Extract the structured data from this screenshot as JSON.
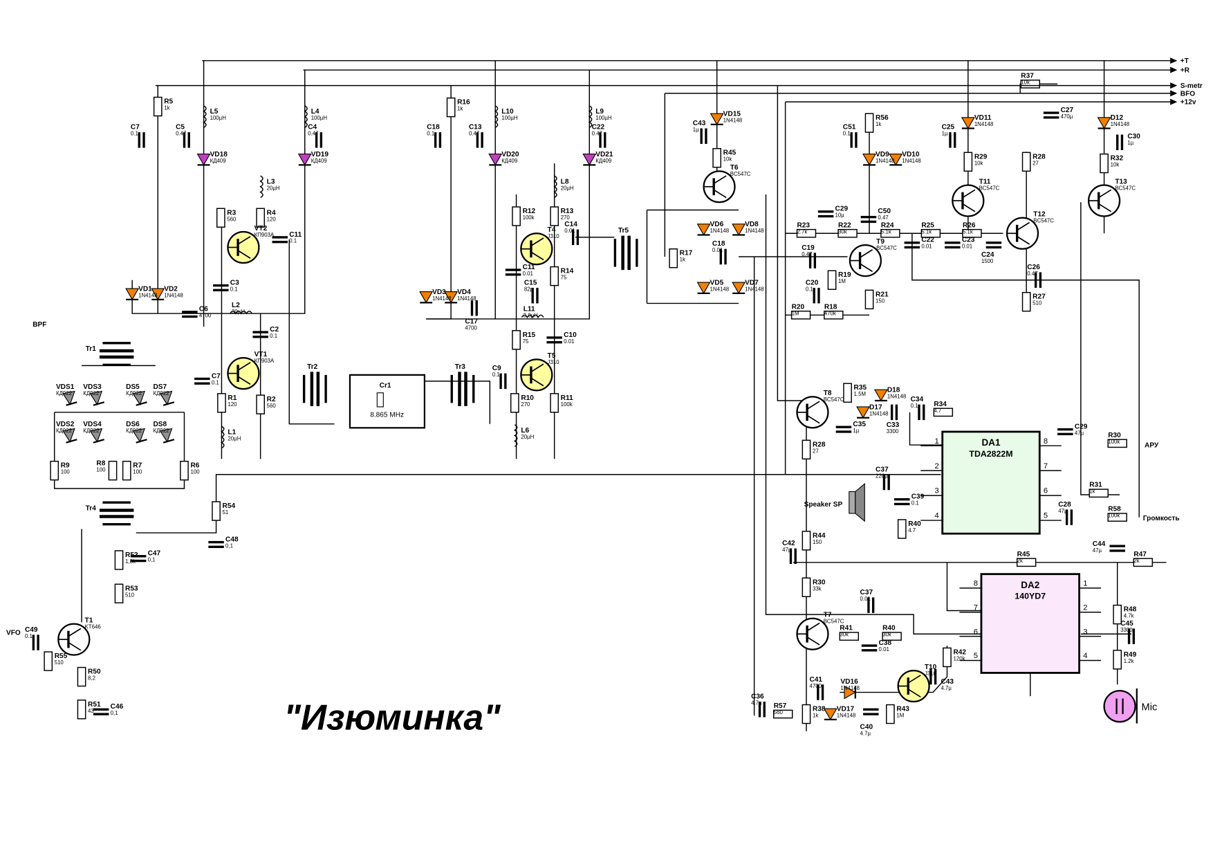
{
  "title": "\"Изюминка\"",
  "rails": [
    "+T",
    "+R",
    "S-metr",
    "BFO",
    "+12v"
  ],
  "ports": {
    "bpf": "BPF",
    "vfo": "VFO",
    "aru": "АРУ",
    "volume": "Громкость",
    "mic": "Mic",
    "speaker": "Speaker SP"
  },
  "crystal": {
    "label": "Cr1",
    "value": "8.865 MHz"
  },
  "ics": [
    {
      "label": "DA1",
      "value": "TDA2822M",
      "pins_left": [
        "1",
        "2",
        "3",
        "4"
      ],
      "pins_right": [
        "8",
        "7",
        "6",
        "5"
      ],
      "color": "#e8fbe8"
    },
    {
      "label": "DA2",
      "value": "140YD7",
      "pins_left": [
        "8",
        "7",
        "6",
        "5"
      ],
      "pins_right": [
        "1",
        "2",
        "3",
        "4"
      ],
      "color": "#fbe8fb"
    }
  ],
  "colors": {
    "diode": "#f08000",
    "varicap": "#c040c0",
    "bridge_diode": "#909090",
    "fet": "#ffffa0",
    "mic": "#f0a0f0"
  },
  "components": [
    {
      "id": "R5",
      "label": "R5",
      "value": "1k"
    },
    {
      "id": "C7a",
      "label": "C7",
      "value": "0.1"
    },
    {
      "id": "C5",
      "label": "C5",
      "value": "0.47"
    },
    {
      "id": "L5",
      "label": "L5",
      "value": "100µH"
    },
    {
      "id": "VD18",
      "label": "VD18",
      "value": "КД409"
    },
    {
      "id": "L4",
      "label": "L4",
      "value": "100µH"
    },
    {
      "id": "C4",
      "label": "C4",
      "value": "0.47"
    },
    {
      "id": "VD19",
      "label": "VD19",
      "value": "КД409"
    },
    {
      "id": "R3",
      "label": "R3",
      "value": "560"
    },
    {
      "id": "L3",
      "label": "L3",
      "value": "20µH"
    },
    {
      "id": "R4",
      "label": "R4",
      "value": "120"
    },
    {
      "id": "C11a",
      "label": "C11",
      "value": "0.1"
    },
    {
      "id": "VT2",
      "label": "VT2",
      "value": "КП903А"
    },
    {
      "id": "C3",
      "label": "C3",
      "value": "0.1"
    },
    {
      "id": "L2",
      "label": "L2",
      "value": "30µH"
    },
    {
      "id": "C6",
      "label": "C6",
      "value": "4700"
    },
    {
      "id": "VD1",
      "label": "VD1",
      "value": "1N4148"
    },
    {
      "id": "VD2",
      "label": "VD2",
      "value": "1N4148"
    },
    {
      "id": "C2",
      "label": "C2",
      "value": "0.1"
    },
    {
      "id": "VT1",
      "label": "VT1",
      "value": "КП903А"
    },
    {
      "id": "C7b",
      "label": "C7",
      "value": "0.1"
    },
    {
      "id": "R1",
      "label": "R1",
      "value": "120"
    },
    {
      "id": "L1",
      "label": "L1",
      "value": "20µH"
    },
    {
      "id": "R2",
      "label": "R2",
      "value": "560"
    },
    {
      "id": "Tr1",
      "label": "Tr1",
      "value": ""
    },
    {
      "id": "Tr2",
      "label": "Tr2",
      "value": ""
    },
    {
      "id": "Tr3",
      "label": "Tr3",
      "value": ""
    },
    {
      "id": "Tr4",
      "label": "Tr4",
      "value": ""
    },
    {
      "id": "Tr5",
      "label": "Tr5",
      "value": ""
    },
    {
      "id": "VDS1",
      "label": "VDS1",
      "value": "КД922"
    },
    {
      "id": "VDS2",
      "label": "VDS2",
      "value": "КД922"
    },
    {
      "id": "VDS3",
      "label": "VDS3",
      "value": "КД922"
    },
    {
      "id": "VDS4",
      "label": "VDS4",
      "value": "КД922"
    },
    {
      "id": "VDS5",
      "label": "DS5",
      "value": "КД922"
    },
    {
      "id": "VDS6",
      "label": "DS6",
      "value": "КД922"
    },
    {
      "id": "VDS7",
      "label": "DS7",
      "value": "КД922"
    },
    {
      "id": "VDS8",
      "label": "DS8",
      "value": "КД922"
    },
    {
      "id": "R9",
      "label": "R9",
      "value": "100"
    },
    {
      "id": "R8",
      "label": "R8",
      "value": "100"
    },
    {
      "id": "R7",
      "label": "R7",
      "value": "100"
    },
    {
      "id": "R6",
      "label": "R6",
      "value": "100"
    },
    {
      "id": "R54",
      "label": "R54",
      "value": "51"
    },
    {
      "id": "C48",
      "label": "C48",
      "value": "0,1"
    },
    {
      "id": "R52",
      "label": "R52",
      "value": "1,8k"
    },
    {
      "id": "C47",
      "label": "C47",
      "value": "0,1"
    },
    {
      "id": "R53",
      "label": "R53",
      "value": "510"
    },
    {
      "id": "T1",
      "label": "T1",
      "value": "KT646"
    },
    {
      "id": "C49",
      "label": "C49",
      "value": "0.1"
    },
    {
      "id": "R55",
      "label": "R55",
      "value": "510"
    },
    {
      "id": "R50",
      "label": "R50",
      "value": "8,2"
    },
    {
      "id": "R51",
      "label": "R51",
      "value": "43"
    },
    {
      "id": "C46",
      "label": "C46",
      "value": "0,1"
    },
    {
      "id": "R16",
      "label": "R16",
      "value": "1k"
    },
    {
      "id": "C18a",
      "label": "C18",
      "value": "0.1"
    },
    {
      "id": "C13",
      "label": "C13",
      "value": "0.47"
    },
    {
      "id": "L10",
      "label": "L10",
      "value": "100µH"
    },
    {
      "id": "VD20",
      "label": "VD20",
      "value": "КД409"
    },
    {
      "id": "L9",
      "label": "L9",
      "value": "100µH"
    },
    {
      "id": "C22a",
      "label": "C22",
      "value": "0.47"
    },
    {
      "id": "VD21",
      "label": "VD21",
      "value": "КД409"
    },
    {
      "id": "L8",
      "label": "L8",
      "value": "20µH"
    },
    {
      "id": "R12",
      "label": "R12",
      "value": "100k"
    },
    {
      "id": "R13",
      "label": "R13",
      "value": "270"
    },
    {
      "id": "T4",
      "label": "T4",
      "value": "J310"
    },
    {
      "id": "C14",
      "label": "C14",
      "value": "0.01"
    },
    {
      "id": "C11b",
      "label": "C11",
      "value": "0.01"
    },
    {
      "id": "R14",
      "label": "R14",
      "value": "75"
    },
    {
      "id": "C15",
      "label": "C15",
      "value": "82p"
    },
    {
      "id": "L11",
      "label": "L11",
      "value": "3.8µH"
    },
    {
      "id": "VD3",
      "label": "VD3",
      "value": "1N4148"
    },
    {
      "id": "VD4",
      "label": "VD4",
      "value": "1N4148"
    },
    {
      "id": "C17",
      "label": "C17",
      "value": "4700"
    },
    {
      "id": "R15",
      "label": "R15",
      "value": "75"
    },
    {
      "id": "C10",
      "label": "C10",
      "value": "0.01"
    },
    {
      "id": "T5",
      "label": "T5",
      "value": "J310"
    },
    {
      "id": "C9",
      "label": "C9",
      "value": "0.1"
    },
    {
      "id": "R10",
      "label": "R10",
      "value": "270"
    },
    {
      "id": "L6",
      "label": "L6",
      "value": "20µH"
    },
    {
      "id": "R11",
      "label": "R11",
      "value": "100k"
    },
    {
      "id": "R17",
      "label": "R17",
      "value": "1k"
    },
    {
      "id": "VD15",
      "label": "VD15",
      "value": "1N4148"
    },
    {
      "id": "C43a",
      "label": "C43",
      "value": "1µ"
    },
    {
      "id": "R45a",
      "label": "R45",
      "value": "10k"
    },
    {
      "id": "T6",
      "label": "T6",
      "value": "BC547C"
    },
    {
      "id": "VD6",
      "label": "VD6",
      "value": "1N4148"
    },
    {
      "id": "VD8",
      "label": "VD8",
      "value": "1N4148"
    },
    {
      "id": "C18b",
      "label": "C18",
      "value": "0.01"
    },
    {
      "id": "VD5",
      "label": "VD5",
      "value": "1N4148"
    },
    {
      "id": "VD7",
      "label": "VD7",
      "value": "1N4148"
    },
    {
      "id": "C51",
      "label": "C51",
      "value": "0.1"
    },
    {
      "id": "R56",
      "label": "R56",
      "value": "1k"
    },
    {
      "id": "VD9",
      "label": "VD9",
      "value": "1N4148"
    },
    {
      "id": "VD10",
      "label": "VD10",
      "value": "1N4148"
    },
    {
      "id": "C29a",
      "label": "C29",
      "value": "10µ"
    },
    {
      "id": "C50",
      "label": "C50",
      "value": "0.47"
    },
    {
      "id": "R23",
      "label": "R23",
      "value": "2.7k"
    },
    {
      "id": "R22",
      "label": "R22",
      "value": "30k"
    },
    {
      "id": "R24",
      "label": "R24",
      "value": "5.1k"
    },
    {
      "id": "R25",
      "label": "R25",
      "value": "5.1k"
    },
    {
      "id": "R26",
      "label": "R26",
      "value": "5.1k"
    },
    {
      "id": "C22b",
      "label": "C22",
      "value": "0.01"
    },
    {
      "id": "C23",
      "label": "C23",
      "value": "0.01"
    },
    {
      "id": "C24",
      "label": "C24",
      "value": "1500"
    },
    {
      "id": "C19",
      "label": "C19",
      "value": "0.47"
    },
    {
      "id": "T9",
      "label": "T9",
      "value": "BC547C"
    },
    {
      "id": "R19",
      "label": "R19",
      "value": "1M"
    },
    {
      "id": "C20",
      "label": "C20",
      "value": "0.1"
    },
    {
      "id": "R21",
      "label": "R21",
      "value": "150"
    },
    {
      "id": "R20",
      "label": "R20",
      "value": "1M"
    },
    {
      "id": "R18",
      "label": "R18",
      "value": "470k"
    },
    {
      "id": "VD11",
      "label": "VD11",
      "value": "1N4148"
    },
    {
      "id": "C25",
      "label": "C25",
      "value": "1µ"
    },
    {
      "id": "R29",
      "label": "R29",
      "value": "10k"
    },
    {
      "id": "T11",
      "label": "T11",
      "value": "BC547C"
    },
    {
      "id": "R28a",
      "label": "R28",
      "value": "27"
    },
    {
      "id": "T12",
      "label": "T12",
      "value": "BC547C"
    },
    {
      "id": "C26",
      "label": "C26",
      "value": "0.47"
    },
    {
      "id": "R27",
      "label": "R27",
      "value": "510"
    },
    {
      "id": "C27",
      "label": "C27",
      "value": "470µ"
    },
    {
      "id": "R37",
      "label": "R37",
      "value": "10k"
    },
    {
      "id": "D12",
      "label": "D12",
      "value": "1N4148"
    },
    {
      "id": "C30",
      "label": "C30",
      "value": "1µ"
    },
    {
      "id": "R32",
      "label": "R32",
      "value": "10k"
    },
    {
      "id": "T13",
      "label": "T13",
      "value": "BC547C"
    },
    {
      "id": "T8",
      "label": "T8",
      "value": "BC547C"
    },
    {
      "id": "R35",
      "label": "R35",
      "value": "1.5M"
    },
    {
      "id": "D18",
      "label": "D18",
      "value": "1N4148"
    },
    {
      "id": "D17",
      "label": "D17",
      "value": "1N4148"
    },
    {
      "id": "C33",
      "label": "C33",
      "value": "3300"
    },
    {
      "id": "C34",
      "label": "C34",
      "value": "0.1"
    },
    {
      "id": "R34",
      "label": "R34",
      "value": "4.7"
    },
    {
      "id": "C35",
      "label": "C35",
      "value": "1µ"
    },
    {
      "id": "R28b",
      "label": "R28",
      "value": "27"
    },
    {
      "id": "C29b",
      "label": "C29",
      "value": "47µ"
    },
    {
      "id": "R30a",
      "label": "R30",
      "value": "100k"
    },
    {
      "id": "R31",
      "label": "R31",
      "value": "1k"
    },
    {
      "id": "R58",
      "label": "R58",
      "value": "100k"
    },
    {
      "id": "C28",
      "label": "C28",
      "value": "47µ"
    },
    {
      "id": "C37a",
      "label": "C37",
      "value": "220µ"
    },
    {
      "id": "C39",
      "label": "C39",
      "value": "0.1"
    },
    {
      "id": "R40a",
      "label": "R40",
      "value": "4.7"
    },
    {
      "id": "C42",
      "label": "C42",
      "value": "47µ"
    },
    {
      "id": "R44",
      "label": "R44",
      "value": "150"
    },
    {
      "id": "R45b",
      "label": "R45",
      "value": "2k"
    },
    {
      "id": "C44",
      "label": "C44",
      "value": "47µ"
    },
    {
      "id": "R47",
      "label": "R47",
      "value": "2k"
    },
    {
      "id": "R30b",
      "label": "R30",
      "value": "33k"
    },
    {
      "id": "C37b",
      "label": "C37",
      "value": "0.01"
    },
    {
      "id": "T7",
      "label": "T7",
      "value": "BC547C"
    },
    {
      "id": "R41",
      "label": "R41",
      "value": "30k"
    },
    {
      "id": "R40b",
      "label": "R40",
      "value": "30k"
    },
    {
      "id": "C38",
      "label": "C38",
      "value": "0.01"
    },
    {
      "id": "R42",
      "label": "R42",
      "value": "120k"
    },
    {
      "id": "R48",
      "label": "R48",
      "value": "4.7k"
    },
    {
      "id": "C45",
      "label": "C45",
      "value": "3300"
    },
    {
      "id": "R49",
      "label": "R49",
      "value": "1.2k"
    },
    {
      "id": "C41",
      "label": "C41",
      "value": "4700"
    },
    {
      "id": "VD16",
      "label": "VD16",
      "value": "1N4148"
    },
    {
      "id": "T10",
      "label": "T10",
      "value": "J310"
    },
    {
      "id": "C43b",
      "label": "C43",
      "value": "4.7µ"
    },
    {
      "id": "C40",
      "label": "C40",
      "value": "4.7µ"
    },
    {
      "id": "R43",
      "label": "R43",
      "value": "1M"
    },
    {
      "id": "VD17",
      "label": "VD17",
      "value": "1N4148"
    },
    {
      "id": "C36",
      "label": "C36",
      "value": "4.7µ"
    },
    {
      "id": "R57",
      "label": "R57",
      "value": "560"
    },
    {
      "id": "R38",
      "label": "R38",
      "value": "1k"
    }
  ]
}
